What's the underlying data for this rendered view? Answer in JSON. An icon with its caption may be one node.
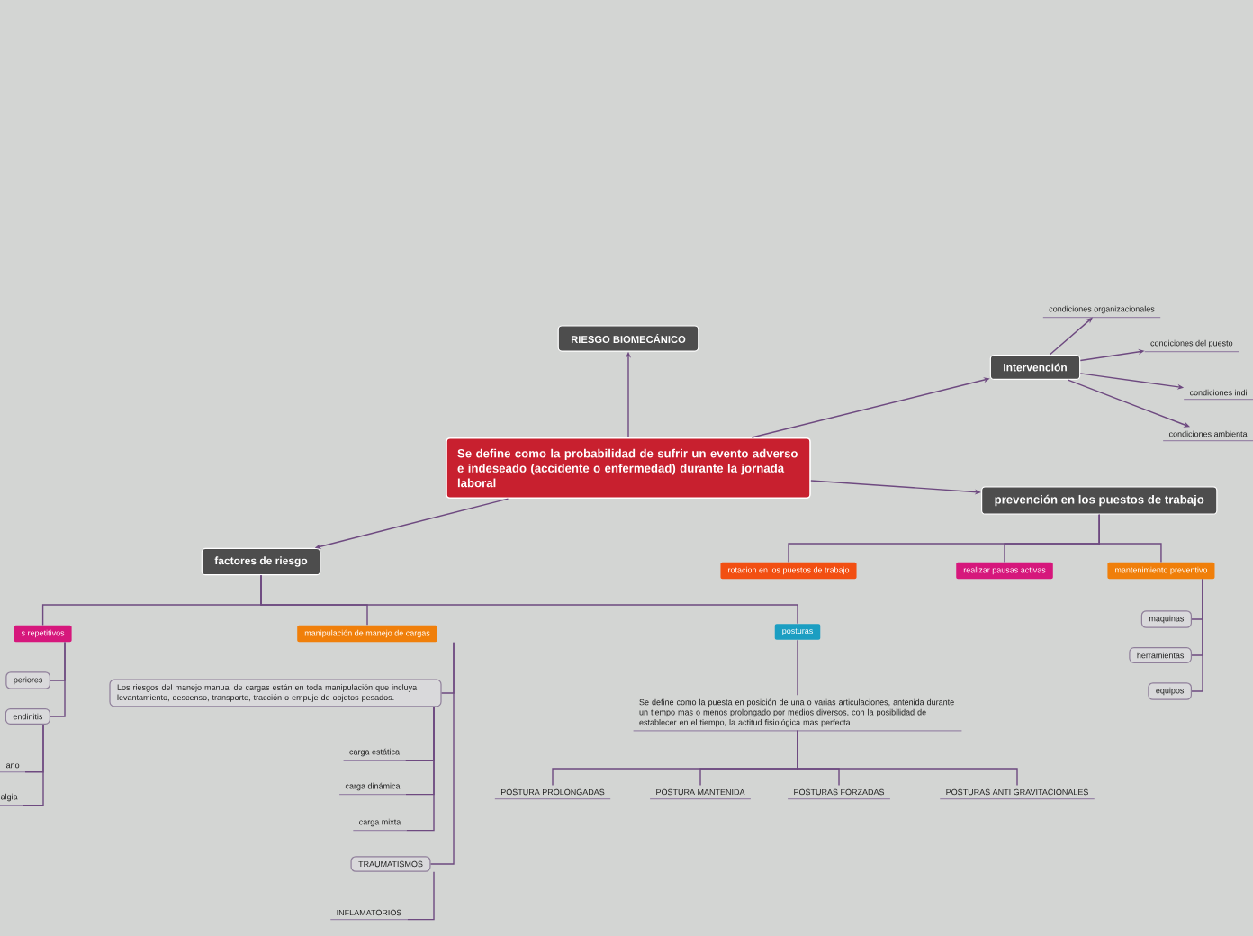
{
  "diagram": {
    "nodes": [
      {
        "text": [
          "Se define como la probabilidad de sufrir un evento adverso e indeseado (accidente o enfermedad) durante la jornada laboral"
        ]
      },
      {
        "text": [
          "RIESGO BIOMECÁNICO"
        ]
      },
      {
        "text": [
          "Intervención"
        ]
      },
      {
        "text": [
          "condiciones organizacionales"
        ]
      },
      {
        "text": [
          "condiciones del puesto"
        ]
      },
      {
        "text": [
          "condiciones indi"
        ]
      },
      {
        "text": [
          "condiciones ambienta"
        ]
      },
      {
        "text": [
          "prevención en los puestos de trabajo"
        ]
      },
      {
        "text": [
          "rotacion en los puestos de trabajo"
        ]
      },
      {
        "text": [
          "realizar pausas activas"
        ]
      },
      {
        "text": [
          "mantenimiento preventivo"
        ]
      },
      {
        "text": [
          "maquinas"
        ]
      },
      {
        "text": [
          "herramientas"
        ]
      },
      {
        "text": [
          "equipos"
        ]
      },
      {
        "text": [
          "factores de riesgo"
        ]
      },
      {
        "text": [
          "s repetitivos"
        ]
      },
      {
        "text": [
          "periores"
        ]
      },
      {
        "text": [
          "endinitis"
        ]
      },
      {
        "text": [
          "iano"
        ]
      },
      {
        "text": [
          "algia"
        ]
      },
      {
        "text": [
          "manipulación de manejo de cargas"
        ]
      },
      {
        "text": [
          "Los riesgos del manejo manual de cargas están en toda manipulación que incluya levantamiento, descenso, transporte, tracción o empuje de objetos pesados."
        ]
      },
      {
        "text": [
          "carga estática"
        ]
      },
      {
        "text": [
          "carga dinámica"
        ]
      },
      {
        "text": [
          "carga mixta"
        ]
      },
      {
        "text": [
          "TRAUMATISMOS"
        ]
      },
      {
        "text": [
          "INFLAMATORIOS"
        ]
      },
      {
        "text": [
          "posturas"
        ]
      },
      {
        "text": [
          "Se define como la puesta en posición de una o varias articulaciones, antenida durante un tiempo mas o menos prolongado por medios diversos, con la posibilidad de establecer en el tiempo, la actitud fisiológica mas perfecta"
        ]
      },
      {
        "text": [
          "POSTURA PROLONGADAS"
        ]
      },
      {
        "text": [
          "POSTURA MANTENIDA"
        ]
      },
      {
        "text": [
          "POSTURAS FORZADAS"
        ]
      },
      {
        "text": [
          "POSTURAS ANTI GRAVITACIONALES"
        ]
      }
    ],
    "edges": [
      {
        "from": 0,
        "to": 1,
        "arrow": "to"
      },
      {
        "from": 0,
        "to": 2,
        "arrow": "to"
      },
      {
        "from": 0,
        "to": 7,
        "arrow": "to"
      },
      {
        "from": 0,
        "to": 14,
        "arrow": "to"
      },
      {
        "from": 2,
        "to": 3,
        "arrow": "to"
      },
      {
        "from": 2,
        "to": 4,
        "arrow": "to"
      },
      {
        "from": 2,
        "to": 5,
        "arrow": "to"
      },
      {
        "from": 2,
        "to": 6,
        "arrow": "to"
      },
      {
        "from": 7,
        "to": 8,
        "arrow": "none"
      },
      {
        "from": 7,
        "to": 9,
        "arrow": "none"
      },
      {
        "from": 7,
        "to": 10,
        "arrow": "none"
      },
      {
        "from": 10,
        "to": 11,
        "arrow": "none"
      },
      {
        "from": 10,
        "to": 12,
        "arrow": "none"
      },
      {
        "from": 10,
        "to": 13,
        "arrow": "none"
      },
      {
        "from": 14,
        "to": 15,
        "arrow": "none"
      },
      {
        "from": 14,
        "to": 20,
        "arrow": "none"
      },
      {
        "from": 14,
        "to": 27,
        "arrow": "none"
      },
      {
        "from": 15,
        "to": 16,
        "arrow": "none"
      },
      {
        "from": 15,
        "to": 17,
        "arrow": "none"
      },
      {
        "from": 17,
        "to": 18,
        "arrow": "none"
      },
      {
        "from": 17,
        "to": 19,
        "arrow": "none"
      },
      {
        "from": 20,
        "to": 21,
        "arrow": "none"
      },
      {
        "from": 20,
        "to": 25,
        "arrow": "none"
      },
      {
        "from": 21,
        "to": 22,
        "arrow": "none"
      },
      {
        "from": 21,
        "to": 23,
        "arrow": "none"
      },
      {
        "from": 21,
        "to": 24,
        "arrow": "none"
      },
      {
        "from": 25,
        "to": 26,
        "arrow": "none"
      },
      {
        "from": 27,
        "to": 28,
        "arrow": "none"
      },
      {
        "from": 28,
        "to": 29,
        "arrow": "none"
      },
      {
        "from": 28,
        "to": 30,
        "arrow": "none"
      },
      {
        "from": 28,
        "to": 31,
        "arrow": "none"
      },
      {
        "from": 28,
        "to": 32,
        "arrow": "none"
      }
    ]
  }
}
